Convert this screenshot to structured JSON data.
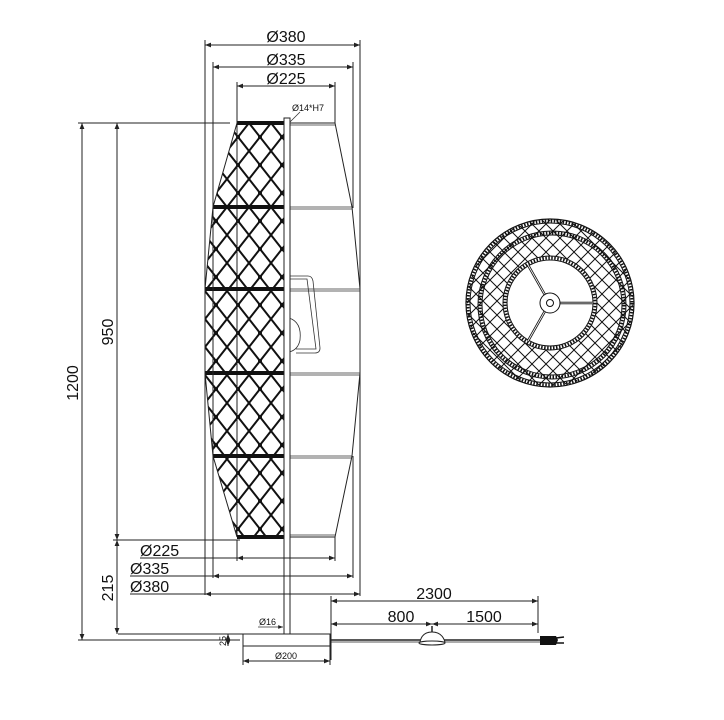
{
  "drawing": {
    "top_dims": {
      "d_outer": "Ø380",
      "d_mid": "Ø335",
      "d_inner": "Ø225",
      "socket": "Ø14*H7"
    },
    "heights": {
      "total": "1200",
      "shade": "950",
      "base_gap": "215"
    },
    "bottom_dims": {
      "d_inner": "Ø225",
      "d_mid": "Ø335",
      "d_outer": "Ø380"
    },
    "pole": "Ø16",
    "base": {
      "thickness": "25",
      "diameter": "Ø200"
    },
    "cable": {
      "total": "2300",
      "to_switch": "800",
      "switch_to_plug": "1500"
    },
    "icons": [
      "plug-icon",
      "foot-switch-icon"
    ],
    "line_color": "#222222"
  }
}
